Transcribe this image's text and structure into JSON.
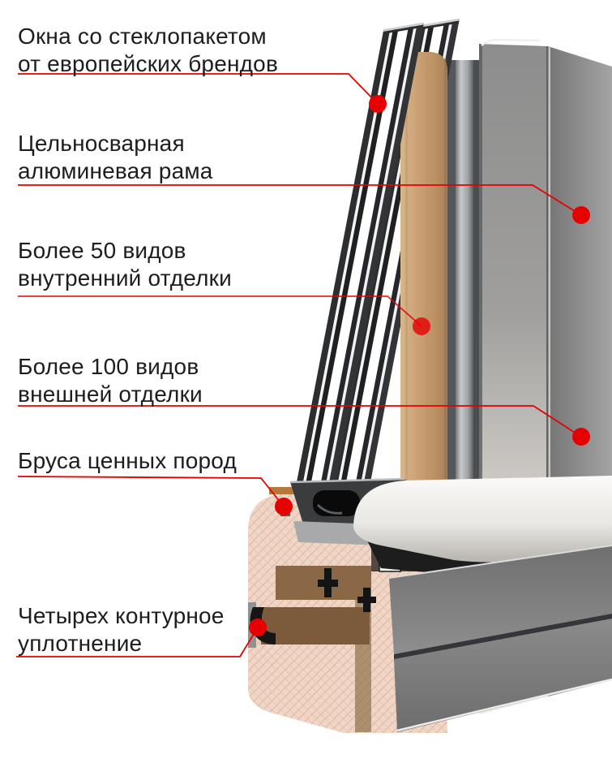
{
  "page": {
    "background": "#ffffff",
    "subject_icon": "window-cross-section-render"
  },
  "style": {
    "accent_red": "#e60000",
    "text_color": "#1d1d1f",
    "wood_veneer": "#c69d6f",
    "wood_cut_face": "#efd6c6",
    "aluminum_gray": "#8d8d8d",
    "silver_sill": "#e9e7e3",
    "frame_dark": "#2c2e30"
  },
  "annotations": [
    {
      "id": 1,
      "lines": [
        "Окна со стеклопакетом",
        "от европейских брендов"
      ]
    },
    {
      "id": 2,
      "lines": [
        "Цельносварная",
        "алюминевая рама"
      ]
    },
    {
      "id": 3,
      "lines": [
        "Более 50 видов",
        "внутренний отделки"
      ]
    },
    {
      "id": 4,
      "lines": [
        "Более 100 видов",
        "внешней отделки"
      ]
    },
    {
      "id": 5,
      "lines": [
        "Бруса ценных пород"
      ]
    },
    {
      "id": 6,
      "lines": [
        "Четырех контурное",
        "уплотнение"
      ]
    }
  ]
}
